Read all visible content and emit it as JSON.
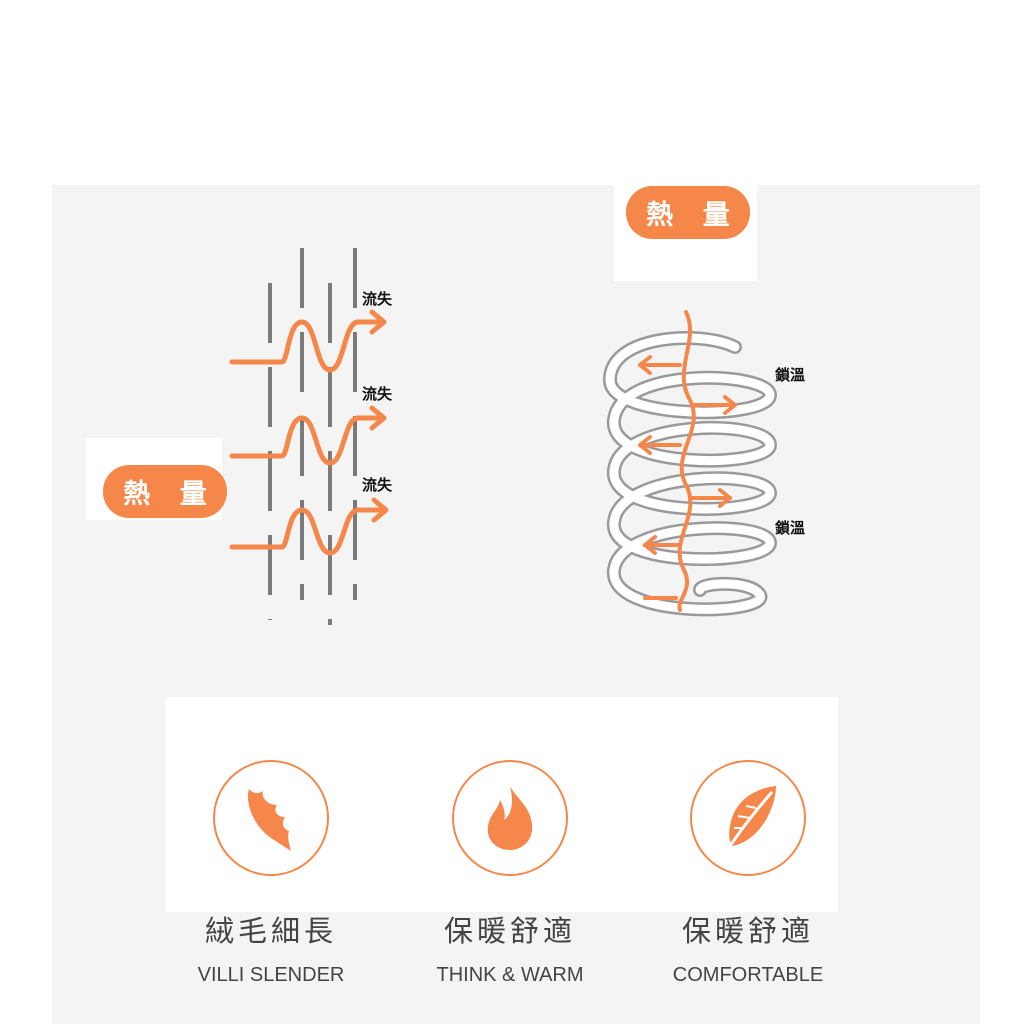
{
  "left_diagram": {
    "heat_label": "熱 量",
    "loss_labels": [
      "流失",
      "流失",
      "流失"
    ]
  },
  "right_diagram": {
    "heat_label": "熱 量",
    "lock_labels": [
      "鎖溫",
      "鎖溫"
    ]
  },
  "features": [
    {
      "title_zh": "絨毛細長",
      "title_en": "VILLI SLENDER",
      "icon": "feather-quill-icon"
    },
    {
      "title_zh": "保暖舒適",
      "title_en": "THINK & WARM",
      "icon": "flame-icon"
    },
    {
      "title_zh": "保暖舒適",
      "title_en": "COMFORTABLE",
      "icon": "leaf-feather-icon"
    }
  ],
  "colors": {
    "accent": "#f5874a",
    "panel": "#f4f4f4",
    "fiber": "#7a7a7a"
  }
}
